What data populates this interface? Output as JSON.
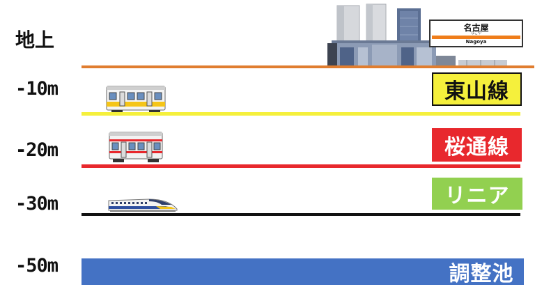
{
  "levels": {
    "ground": "地上",
    "m10": "-10m",
    "m20": "-20m",
    "m30": "-30m",
    "m50": "-50m"
  },
  "lines": {
    "higashiyama": {
      "label": "東山線",
      "color": "#f5f03c"
    },
    "sakuradori": {
      "label": "桜通線",
      "color": "#e8282d"
    },
    "linear": {
      "label": "リニア",
      "color": "#92d050"
    },
    "reservoir": {
      "label": "調整池",
      "color": "#4472c4"
    }
  },
  "station_sign": {
    "name": "名古屋",
    "kana": "なごや",
    "roman": "Nagoya",
    "accent": "#ef7d1a"
  },
  "colors": {
    "ground_line": "#e07d2f",
    "linear_line": "#111111"
  },
  "icons": [
    "building-skyline-icon",
    "subway-train-yellow-icon",
    "subway-train-red-icon",
    "maglev-train-icon"
  ]
}
